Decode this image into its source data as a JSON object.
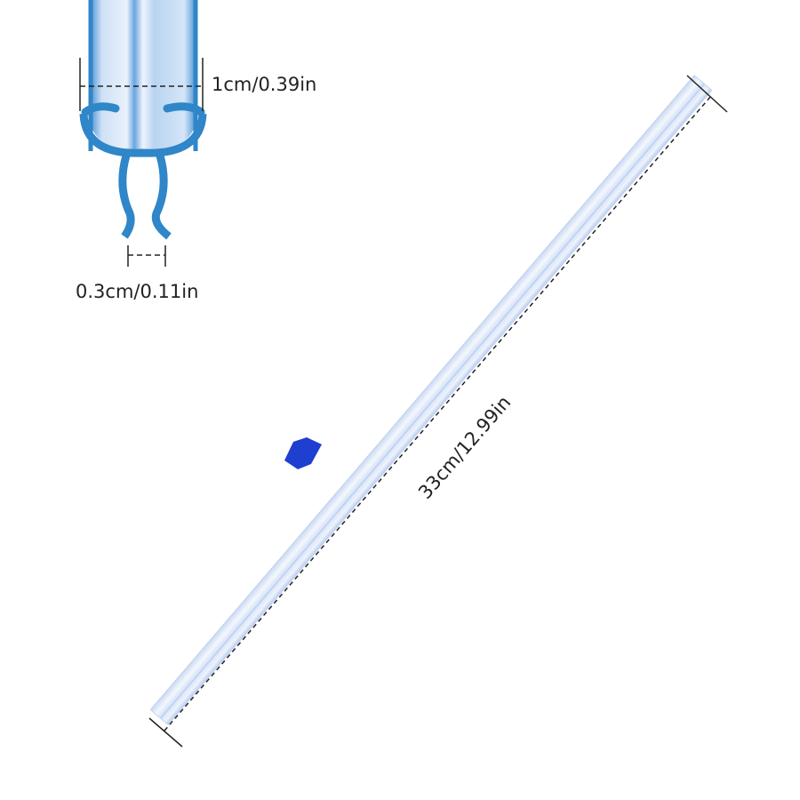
{
  "dimensions": {
    "width_label": "1cm/0.39in",
    "gap_label": "0.3cm/0.11in",
    "length_label": "33cm/12.99in"
  },
  "colors": {
    "profile_blue": "#2f86c8",
    "strip_tint": "#dfe9fb",
    "clip_blue": "#1f3fd0",
    "dim_line": "#222222"
  }
}
